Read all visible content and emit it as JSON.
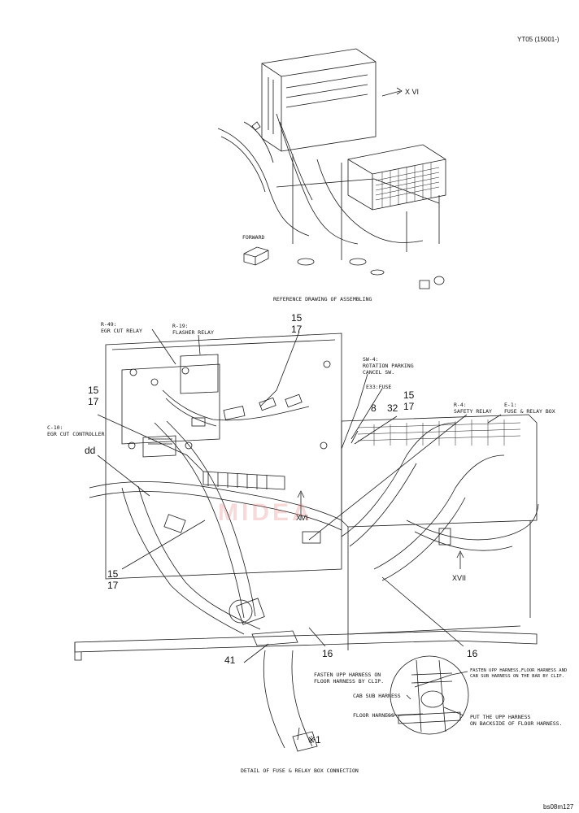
{
  "header": {
    "code": "YT05 (15001-)"
  },
  "views": {
    "xvi_top": "X VI",
    "xvi_mid": "XVI",
    "xvii": "XVII"
  },
  "forward": "FORWARD",
  "reference_caption": "REFERENCE DRAWING OF ASSEMBLING",
  "components": [
    {
      "id": "r49",
      "lines": [
        "R-49:",
        "EGR CUT RELAY"
      ]
    },
    {
      "id": "r19",
      "lines": [
        "R-19:",
        "FLASHER RELAY"
      ]
    },
    {
      "id": "sw4",
      "lines": [
        "SW-4:",
        "ROTATION PARKING",
        "CANCEL SW."
      ]
    },
    {
      "id": "e33",
      "lines": [
        "E33:FUSE"
      ]
    },
    {
      "id": "r4",
      "lines": [
        "R-4:",
        "SAFETY RELAY"
      ]
    },
    {
      "id": "e1",
      "lines": [
        "E-1:",
        "FUSE & RELAY BOX"
      ]
    },
    {
      "id": "c10",
      "lines": [
        "C-10:",
        "EGR CUT CONTROLLER"
      ]
    }
  ],
  "callouts": {
    "c15a": "15",
    "c17a": "17",
    "c15b": "15",
    "c17b": "17",
    "c15c": "15",
    "c17c": "17",
    "c8": "8",
    "c32": "32",
    "cdd": "dd",
    "c15d": "15",
    "c17d": "17",
    "c41": "41",
    "c16a": "16",
    "c16b": "16"
  },
  "notes": {
    "fasten": [
      "FASTEN UPP HARNESS ON",
      "FLOOR HARNESS BY CLIP."
    ],
    "fasten_right": [
      "FASTEN UPP HARNESS,FLOOR HARNESS AND",
      "CAB SUB HARNESS ON THE BAR BY CLIP."
    ],
    "cab_sub": "CAB SUB HARNESS",
    "floor": "FLOOR HARNESS",
    "put": [
      "PUT THE UPP HARNESS",
      "ON BACKSIDE OF FLOOR HARNESS."
    ]
  },
  "note_ref": "※1",
  "footer_caption": "DETAIL OF FUSE & RELAY BOX CONNECTION",
  "figure_id": "bs08m127",
  "watermark": "MIDEA",
  "colors": {
    "line": "#1a1a1a",
    "watermark": "#e67878"
  }
}
